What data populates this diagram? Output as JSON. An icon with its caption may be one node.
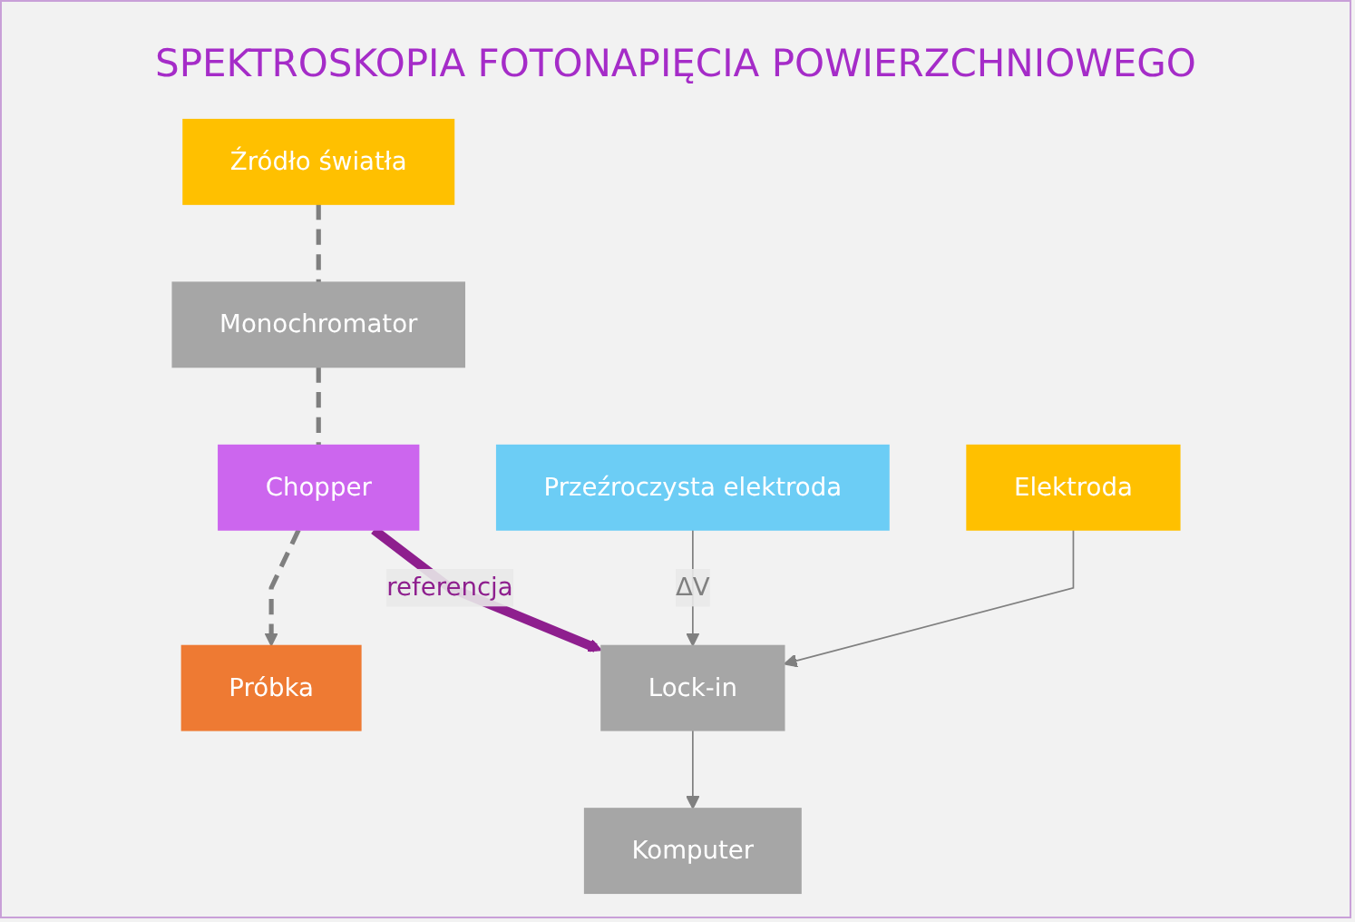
{
  "diagram": {
    "title": "SPEKTROSKOPIA FOTONAPIĘCIA POWIERZCHNIOWEGO",
    "nodes": [
      {
        "text": [
          "Źródło światła"
        ]
      },
      {
        "text": [
          "Monochromator"
        ]
      },
      {
        "text": [
          "Chopper"
        ]
      },
      {
        "text": [
          "Komputer"
        ]
      },
      {
        "text": [
          "Lock-in"
        ]
      },
      {
        "text": [
          "Przeźroczysta elektroda"
        ]
      },
      {
        "text": [
          "Próbka"
        ]
      },
      {
        "text": [
          "Elektroda"
        ]
      }
    ],
    "edges": [
      {
        "from": 0,
        "to": 1,
        "arrow": "none",
        "style": "dashed"
      },
      {
        "from": 1,
        "to": 2,
        "arrow": "none",
        "style": "dashed"
      },
      {
        "from": 2,
        "to": 6,
        "arrow": "to",
        "style": "dashed"
      },
      {
        "from": 2,
        "to": 4,
        "arrow": "to",
        "label": "referencja",
        "style": "thick",
        "color": "#8e1f8e"
      },
      {
        "from": 4,
        "to": 3,
        "arrow": "to"
      },
      {
        "from": 5,
        "to": 4,
        "arrow": "to",
        "label": "ΔV"
      },
      {
        "from": 7,
        "to": 4,
        "arrow": "to"
      }
    ]
  }
}
